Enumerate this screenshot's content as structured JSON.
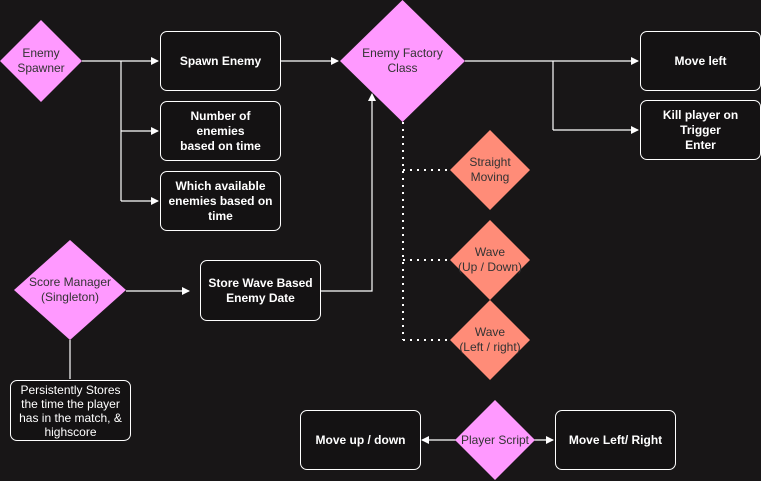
{
  "diagram": {
    "colors": {
      "background": "#181617",
      "pink": "#FF99FF",
      "salmon": "#FF8C78",
      "edge": "#FFFFFF",
      "box_fill": "#141213"
    },
    "nodes": {
      "enemy_spawner": {
        "lines": [
          "Enemy",
          "Spawner"
        ]
      },
      "spawn_enemy": {
        "text": "Spawn Enemy"
      },
      "num_enemies": {
        "lines": [
          "Number of enemies",
          "based on time"
        ]
      },
      "available_enemies": {
        "lines": [
          "Which available",
          "enemies based on",
          "time"
        ]
      },
      "enemy_factory": {
        "lines": [
          "Enemy Factory",
          "Class"
        ]
      },
      "move_left": {
        "text": "Move left"
      },
      "kill_player": {
        "lines": [
          "Kill player on Trigger",
          "Enter"
        ]
      },
      "straight_moving": {
        "lines": [
          "Straight",
          "Moving"
        ]
      },
      "wave_up_down": {
        "lines": [
          "Wave",
          "(Up / Down)"
        ]
      },
      "wave_left_right": {
        "lines": [
          "Wave",
          "(Left / right)"
        ]
      },
      "score_manager": {
        "lines": [
          "Score Manager",
          "(Singleton)"
        ]
      },
      "store_wave": {
        "lines": [
          "Store Wave Based",
          "Enemy Date"
        ]
      },
      "persistently_stores": {
        "lines": [
          "Persistently Stores",
          "the time the player",
          "has in the match, &",
          "highscore"
        ]
      },
      "player_script": {
        "text": "Player Script"
      },
      "move_up_down": {
        "text": "Move up / down"
      },
      "move_left_right": {
        "text": "Move Left/ Right"
      }
    }
  }
}
